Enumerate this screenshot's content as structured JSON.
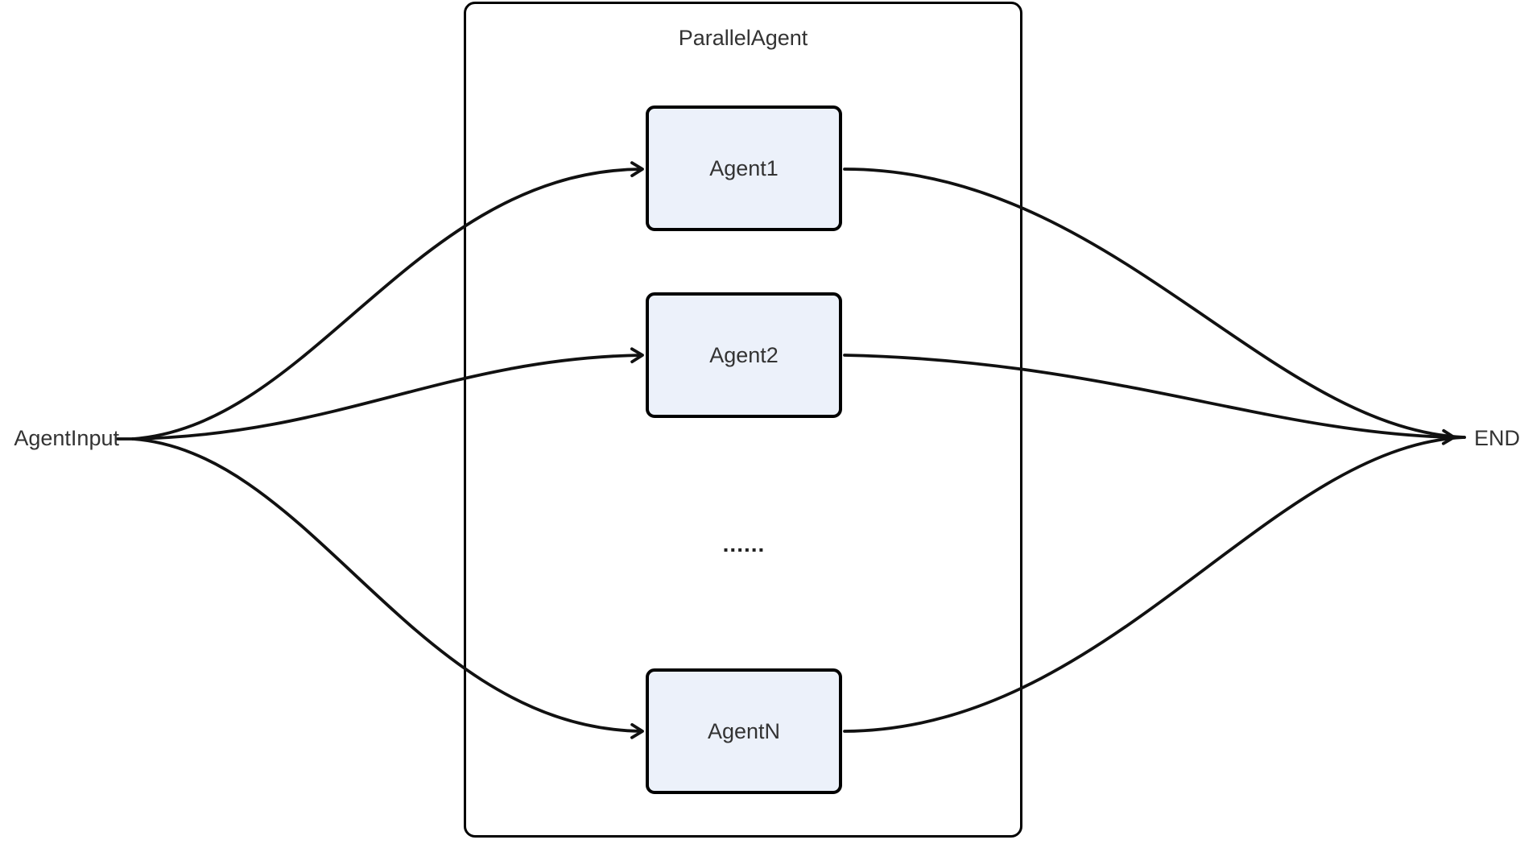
{
  "diagram": {
    "type": "flowchart",
    "container": {
      "label": "ParallelAgent"
    },
    "input_label": "AgentInput",
    "end_label": "END",
    "ellipsis": "......",
    "nodes": [
      {
        "id": "Agent1",
        "label": "Agent1"
      },
      {
        "id": "Agent2",
        "label": "Agent2"
      },
      {
        "id": "AgentN",
        "label": "AgentN"
      }
    ],
    "edges": [
      {
        "from": "AgentInput",
        "to": "Agent1"
      },
      {
        "from": "AgentInput",
        "to": "Agent2"
      },
      {
        "from": "AgentInput",
        "to": "AgentN"
      },
      {
        "from": "Agent1",
        "to": "END"
      },
      {
        "from": "Agent2",
        "to": "END"
      },
      {
        "from": "AgentN",
        "to": "END"
      }
    ],
    "colors": {
      "background": "#ffffff",
      "node_fill": "#ECF1FA",
      "node_border": "#000000",
      "container_border": "#000000",
      "edge": "#111111",
      "text": "#333333"
    }
  }
}
